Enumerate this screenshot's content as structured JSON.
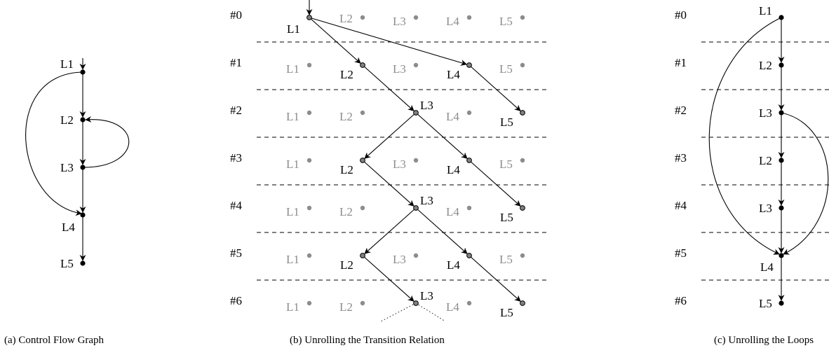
{
  "colors": {
    "active": "#000000",
    "inactive": "#8c8c8c",
    "active_node_fill": "#808080"
  },
  "panel_a": {
    "caption": "(a) Control Flow Graph",
    "nodes": [
      {
        "id": "L1",
        "label": "L1"
      },
      {
        "id": "L2",
        "label": "L2"
      },
      {
        "id": "L3",
        "label": "L3"
      },
      {
        "id": "L4",
        "label": "L4"
      },
      {
        "id": "L5",
        "label": "L5"
      }
    ],
    "edges": [
      {
        "from": "L1",
        "to": "L2"
      },
      {
        "from": "L2",
        "to": "L3"
      },
      {
        "from": "L3",
        "to": "L4"
      },
      {
        "from": "L4",
        "to": "L5"
      },
      {
        "from": "L1",
        "to": "L4"
      },
      {
        "from": "L3",
        "to": "L2"
      }
    ]
  },
  "panel_b": {
    "caption": "(b) Unrolling the Transition Relation",
    "steps": [
      "#0",
      "#1",
      "#2",
      "#3",
      "#4",
      "#5",
      "#6"
    ],
    "locations": [
      "L1",
      "L2",
      "L3",
      "L4",
      "L5"
    ],
    "active": [
      [
        "L1"
      ],
      [
        "L2",
        "L4"
      ],
      [
        "L3",
        "L5"
      ],
      [
        "L2",
        "L4"
      ],
      [
        "L3",
        "L5"
      ],
      [
        "L2",
        "L4"
      ],
      [
        "L3",
        "L5"
      ]
    ],
    "edges": [
      {
        "from": [
          0,
          "L1"
        ],
        "to": [
          1,
          "L2"
        ]
      },
      {
        "from": [
          0,
          "L1"
        ],
        "to": [
          1,
          "L4"
        ]
      },
      {
        "from": [
          1,
          "L2"
        ],
        "to": [
          2,
          "L3"
        ]
      },
      {
        "from": [
          1,
          "L4"
        ],
        "to": [
          2,
          "L5"
        ]
      },
      {
        "from": [
          2,
          "L3"
        ],
        "to": [
          3,
          "L2"
        ]
      },
      {
        "from": [
          2,
          "L3"
        ],
        "to": [
          3,
          "L4"
        ]
      },
      {
        "from": [
          3,
          "L2"
        ],
        "to": [
          4,
          "L3"
        ]
      },
      {
        "from": [
          3,
          "L4"
        ],
        "to": [
          4,
          "L5"
        ]
      },
      {
        "from": [
          4,
          "L3"
        ],
        "to": [
          5,
          "L2"
        ]
      },
      {
        "from": [
          4,
          "L3"
        ],
        "to": [
          5,
          "L4"
        ]
      },
      {
        "from": [
          5,
          "L2"
        ],
        "to": [
          6,
          "L3"
        ]
      },
      {
        "from": [
          5,
          "L4"
        ],
        "to": [
          6,
          "L5"
        ]
      }
    ]
  },
  "panel_c": {
    "caption": "(c) Unrolling the Loops",
    "steps": [
      "#0",
      "#1",
      "#2",
      "#3",
      "#4",
      "#5",
      "#6"
    ],
    "nodes": [
      "L1",
      "L2",
      "L3",
      "L2",
      "L3",
      "L4",
      "L5"
    ],
    "edges": [
      {
        "from": 0,
        "to": 1
      },
      {
        "from": 1,
        "to": 2
      },
      {
        "from": 2,
        "to": 3
      },
      {
        "from": 3,
        "to": 4
      },
      {
        "from": 4,
        "to": 5
      },
      {
        "from": 5,
        "to": 6
      },
      {
        "from": 0,
        "to": 5
      },
      {
        "from": 2,
        "to": 5
      }
    ]
  }
}
